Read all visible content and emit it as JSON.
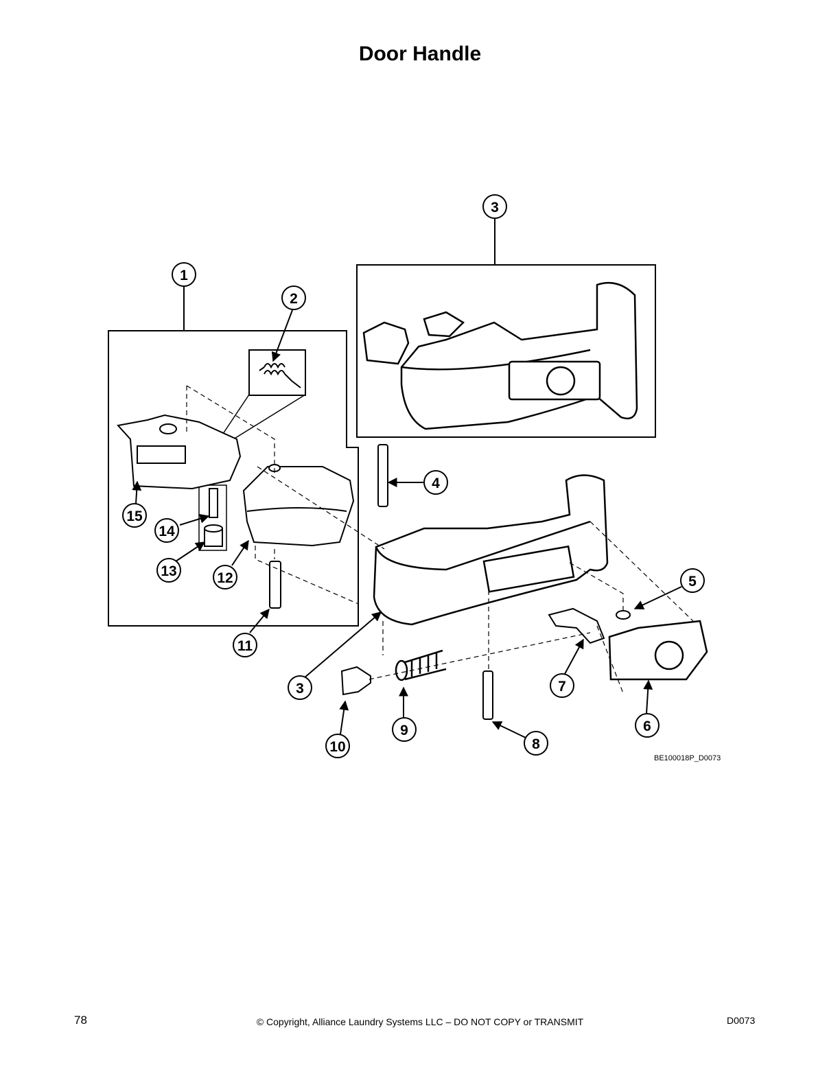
{
  "title": "Door Handle",
  "drawing_code": "BE100018P_D0073",
  "footer": {
    "page_number": "78",
    "copyright": "© Copyright, Alliance Laundry Systems LLC – DO NOT COPY or TRANSMIT",
    "doc_code": "D0073"
  },
  "callouts": [
    {
      "id": "c1",
      "label": "1"
    },
    {
      "id": "c2",
      "label": "2"
    },
    {
      "id": "c3a",
      "label": "3"
    },
    {
      "id": "c3b",
      "label": "3"
    },
    {
      "id": "c4",
      "label": "4"
    },
    {
      "id": "c5",
      "label": "5"
    },
    {
      "id": "c6",
      "label": "6"
    },
    {
      "id": "c7",
      "label": "7"
    },
    {
      "id": "c8",
      "label": "8"
    },
    {
      "id": "c9",
      "label": "9"
    },
    {
      "id": "c10",
      "label": "10"
    },
    {
      "id": "c11",
      "label": "11"
    },
    {
      "id": "c12",
      "label": "12"
    },
    {
      "id": "c13",
      "label": "13"
    },
    {
      "id": "c14",
      "label": "14"
    },
    {
      "id": "c15",
      "label": "15"
    }
  ]
}
